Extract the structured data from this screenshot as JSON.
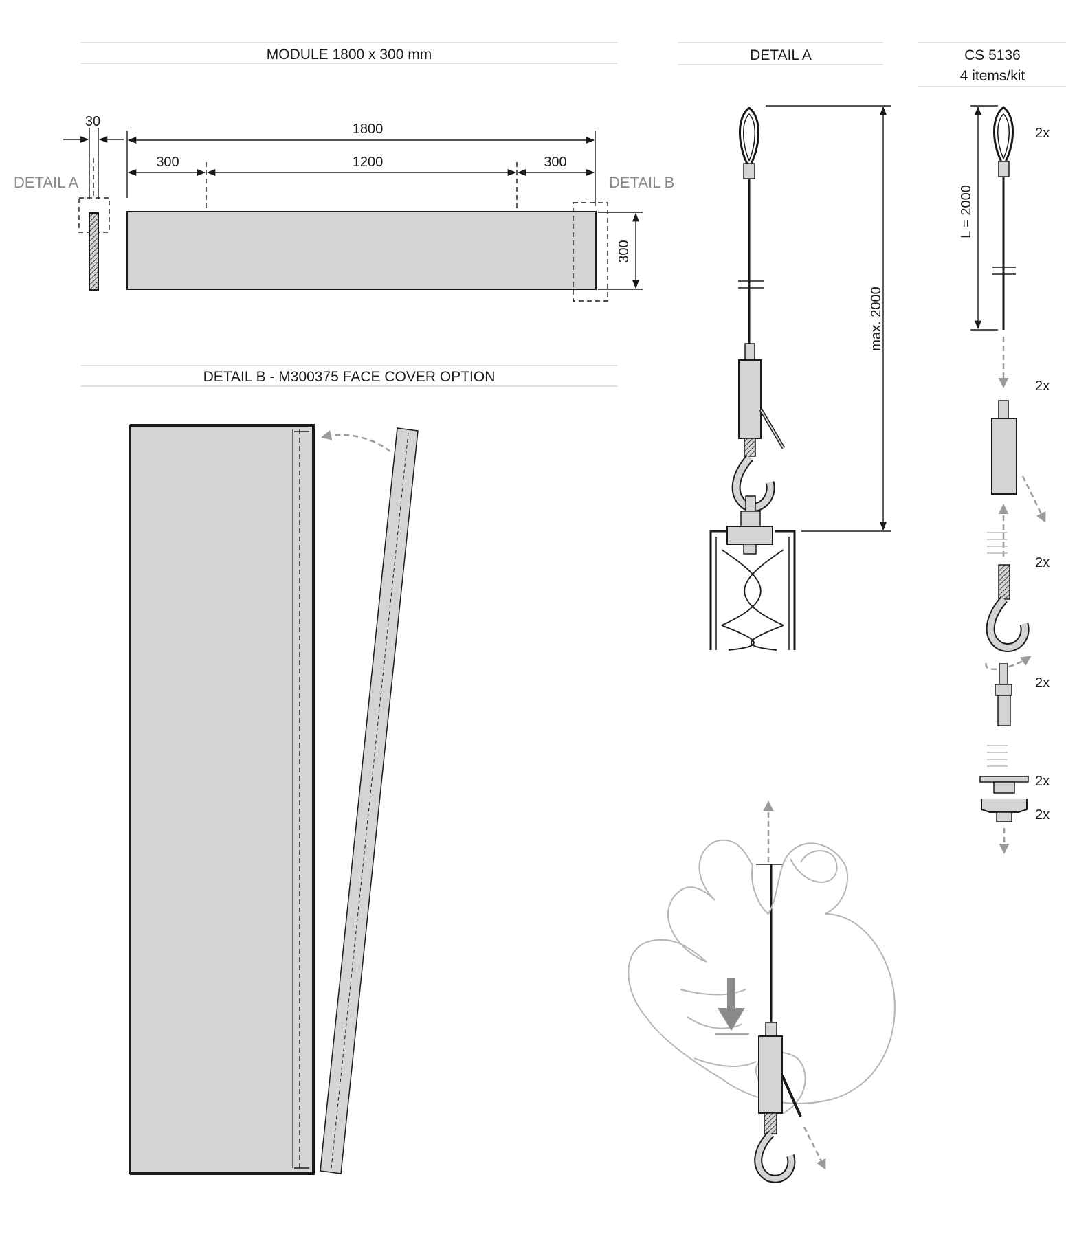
{
  "module_title": "MODULE 1800 x 300 mm",
  "detail_a_title": "DETAIL A",
  "kit_title": {
    "line1": "CS 5136",
    "line2": "4 items/kit"
  },
  "detail_b_title": "DETAIL B - M300375 FACE COVER OPTION",
  "labels": {
    "detail_a": "DETAIL A",
    "detail_b": "DETAIL B"
  },
  "dimensions": {
    "thickness": "30",
    "overall": "1800",
    "left_offset": "300",
    "middle_span": "1200",
    "right_offset": "300",
    "height": "300",
    "max_length": "max. 2000",
    "cable_length": "L = 2000"
  },
  "kit_quantities": [
    "2x",
    "2x",
    "2x",
    "2x",
    "2x",
    "2x"
  ],
  "colors": {
    "panel_fill": "#d4d4d4",
    "line": "#1a1a1a",
    "muted_label": "#8a8a8a",
    "arrow": "#9a9a9a"
  }
}
